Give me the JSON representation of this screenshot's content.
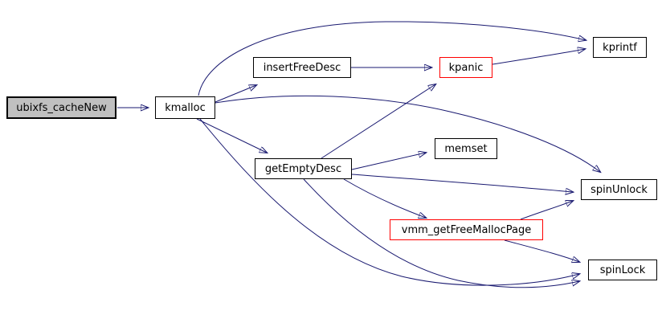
{
  "diagram": {
    "type": "call-graph",
    "root_function": "ubixfs_cacheNew",
    "colors": {
      "edge": "#191970",
      "node_border": "#000000",
      "highlight_border": "#ff0000",
      "root_fill": "#c0c0c0",
      "node_fill": "#ffffff",
      "text": "#000000",
      "background": "#ffffff"
    },
    "nodes": [
      {
        "id": "ubixfs_cacheNew",
        "label": "ubixfs_cacheNew",
        "style": "root"
      },
      {
        "id": "kmalloc",
        "label": "kmalloc",
        "style": "normal"
      },
      {
        "id": "insertFreeDesc",
        "label": "insertFreeDesc",
        "style": "normal"
      },
      {
        "id": "kpanic",
        "label": "kpanic",
        "style": "highlight"
      },
      {
        "id": "kprintf",
        "label": "kprintf",
        "style": "normal"
      },
      {
        "id": "getEmptyDesc",
        "label": "getEmptyDesc",
        "style": "normal"
      },
      {
        "id": "memset",
        "label": "memset",
        "style": "normal"
      },
      {
        "id": "spinUnlock",
        "label": "spinUnlock",
        "style": "normal"
      },
      {
        "id": "vmm_getFreeMallocPage",
        "label": "vmm_getFreeMallocPage",
        "style": "highlight"
      },
      {
        "id": "spinLock",
        "label": "spinLock",
        "style": "normal"
      }
    ],
    "edges": [
      {
        "from": "ubixfs_cacheNew",
        "to": "kmalloc"
      },
      {
        "from": "kmalloc",
        "to": "insertFreeDesc"
      },
      {
        "from": "kmalloc",
        "to": "kprintf"
      },
      {
        "from": "kmalloc",
        "to": "getEmptyDesc"
      },
      {
        "from": "kmalloc",
        "to": "spinUnlock"
      },
      {
        "from": "kmalloc",
        "to": "spinLock"
      },
      {
        "from": "insertFreeDesc",
        "to": "kpanic"
      },
      {
        "from": "kpanic",
        "to": "kprintf"
      },
      {
        "from": "getEmptyDesc",
        "to": "kpanic"
      },
      {
        "from": "getEmptyDesc",
        "to": "memset"
      },
      {
        "from": "getEmptyDesc",
        "to": "spinUnlock"
      },
      {
        "from": "getEmptyDesc",
        "to": "vmm_getFreeMallocPage"
      },
      {
        "from": "getEmptyDesc",
        "to": "spinLock"
      },
      {
        "from": "vmm_getFreeMallocPage",
        "to": "spinUnlock"
      },
      {
        "from": "vmm_getFreeMallocPage",
        "to": "spinLock"
      }
    ]
  }
}
